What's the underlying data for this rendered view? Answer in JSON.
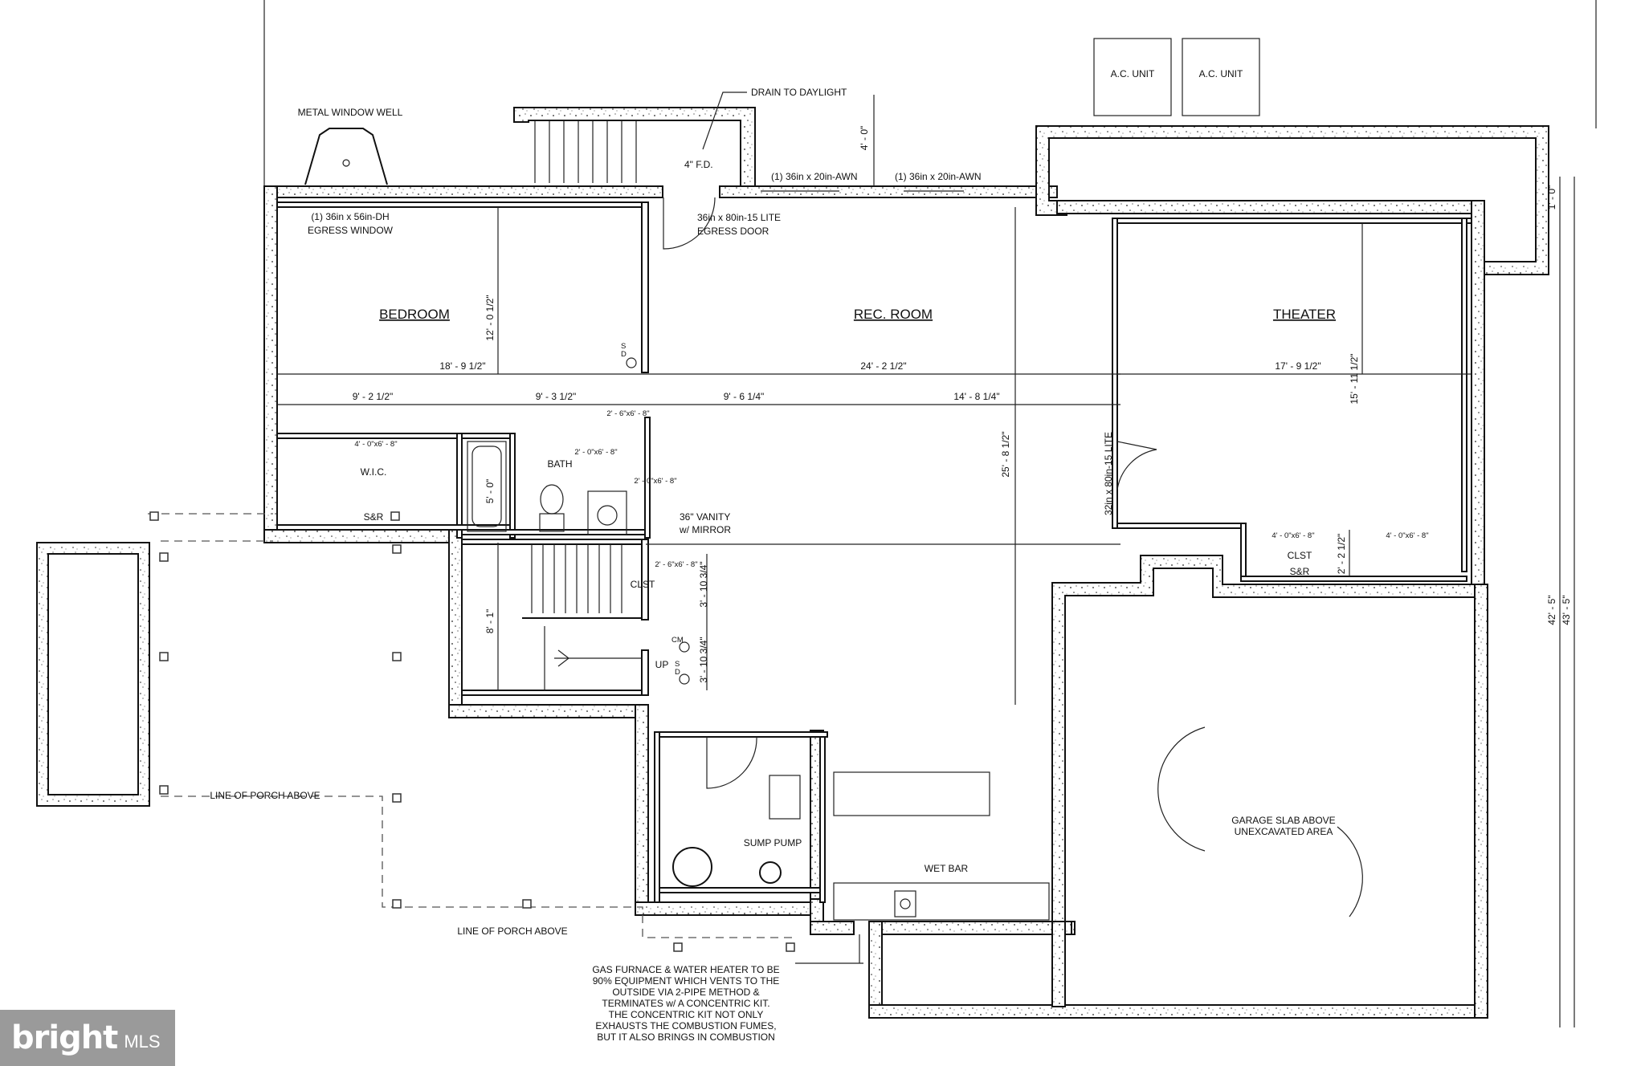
{
  "rooms": {
    "bedroom": "BEDROOM",
    "rec_room": "REC. ROOM",
    "theater": "THEATER",
    "wic": "W.I.C.",
    "bath": "BATH",
    "clst_stair": "CLST",
    "clst_theater": "CLST",
    "wet_bar": "WET BAR"
  },
  "labels": {
    "metal_window_well": "METAL WINDOW WELL",
    "egress_window_l1": "(1) 36in x 56in-DH",
    "egress_window_l2": "EGRESS WINDOW",
    "drain": "DRAIN TO DAYLIGHT",
    "fd": "4\" F.D.",
    "egress_door_l1": "36in x 80in-15 LITE",
    "egress_door_l2": "EGRESS DOOR",
    "awn1": "(1) 36in x 20in-AWN",
    "awn2": "(1) 36in x 20in-AWN",
    "ac1": "A.C. UNIT",
    "ac2": "A.C. UNIT",
    "theater_door": "32in x 80in-15 LITE",
    "vanity_l1": "36\" VANITY",
    "vanity_l2": "w/ MIRROR",
    "sr_wic": "S&R",
    "sr_theater": "S&R",
    "sump": "SUMP PUMP",
    "up": "UP",
    "garage_l1": "GARAGE SLAB ABOVE",
    "garage_l2": "UNEXCAVATED AREA",
    "porch1": "LINE OF PORCH ABOVE",
    "porch2": "LINE OF PORCH ABOVE",
    "sd1": "S\nD",
    "cm": "CM",
    "sd_top": "S",
    "sd_bot": "D",
    "sd2_top": "S",
    "sd2_bot": "D"
  },
  "doors": {
    "wic_door": "4' - 0\"x6' - 8\"",
    "bed_door": "2' - 6\"x6' - 8\"",
    "bath_door1": "2' - 0\"x6' - 8\"",
    "bath_door2": "2' - 0\"x6' - 8\"",
    "clst_door": "2' - 6\"x6' - 8\"",
    "theater_clst1": "4' - 0\"x6' - 8\"",
    "theater_clst2": "4' - 0\"x6' - 8\""
  },
  "dimensions": {
    "d_4_0": "4' - 0\"",
    "d_1_0": "1' - 0\"",
    "d_12_0": "12' - 0 1/2\"",
    "d_18_9": "18' - 9 1/2\"",
    "d_24_2": "24' - 2 1/2\"",
    "d_17_9": "17' - 9 1/2\"",
    "d_9_2": "9' - 2 1/2\"",
    "d_9_3": "9' - 3 1/2\"",
    "d_9_6": "9' - 6 1/4\"",
    "d_14_8": "14' - 8 1/4\"",
    "d_15_11": "15' - 11 1/2\"",
    "d_25_8": "25' - 8 1/2\"",
    "d_5_0": "5' - 0\"",
    "d_8_1": "8' - 1\"",
    "d_3_10a": "3' - 10 3/4\"",
    "d_3_10b": "3' - 10 3/4\"",
    "d_2_2": "2' - 2 1/2\"",
    "d_42_5": "42' - 5\"",
    "d_43_5": "43' - 5\""
  },
  "note_lines": [
    "GAS FURNACE & WATER HEATER TO BE",
    "90% EQUIPMENT WHICH VENTS TO THE",
    "OUTSIDE VIA 2-PIPE METHOD &",
    "TERMINATES w/ A CONCENTRIC KIT.",
    "THE CONCENTRIC KIT NOT ONLY",
    "EXHAUSTS THE COMBUSTION FUMES,",
    "BUT IT ALSO BRINGS IN COMBUSTION"
  ],
  "watermark": {
    "brand": "bright",
    "suffix": "MLS"
  }
}
